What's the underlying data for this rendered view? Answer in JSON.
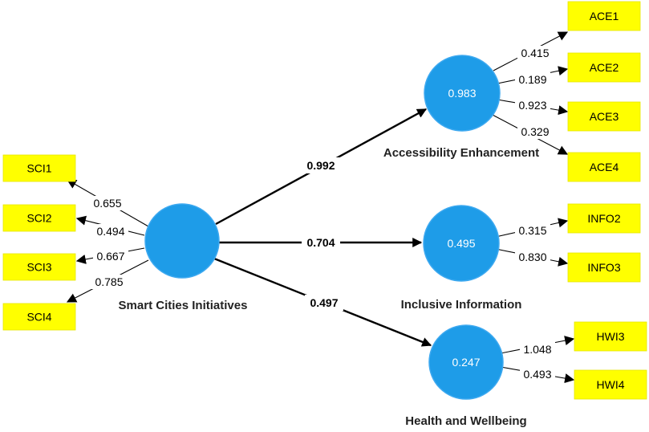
{
  "constructs": {
    "sci": {
      "name": "Smart Cities Initiatives",
      "r2": ""
    },
    "ace": {
      "name": "Accessibility Enhancement",
      "r2": "0.983"
    },
    "info": {
      "name": "Inclusive Information",
      "r2": "0.495"
    },
    "hwi": {
      "name": "Health and Wellbeing",
      "r2": "0.247"
    }
  },
  "paths": {
    "sci_ace": "0.992",
    "sci_info": "0.704",
    "sci_hwi": "0.497"
  },
  "indicators": {
    "sci1": {
      "label": "SCI1",
      "loading": "0.655"
    },
    "sci2": {
      "label": "SCI2",
      "loading": "0.494"
    },
    "sci3": {
      "label": "SCI3",
      "loading": "0.667"
    },
    "sci4": {
      "label": "SCI4",
      "loading": "0.785"
    },
    "ace1": {
      "label": "ACE1",
      "loading": "0.415"
    },
    "ace2": {
      "label": "ACE2",
      "loading": "0.189"
    },
    "ace3": {
      "label": "ACE3",
      "loading": "0.923"
    },
    "ace4": {
      "label": "ACE4",
      "loading": "0.329"
    },
    "info2": {
      "label": "INFO2",
      "loading": "0.315"
    },
    "info3": {
      "label": "INFO3",
      "loading": "0.830"
    },
    "hwi3": {
      "label": "HWI3",
      "loading": "1.048"
    },
    "hwi4": {
      "label": "HWI4",
      "loading": "0.493"
    }
  },
  "colors": {
    "indicator_fill": "#ffff00",
    "construct_fill": "#1e9ce8",
    "arrow": "#000000"
  }
}
